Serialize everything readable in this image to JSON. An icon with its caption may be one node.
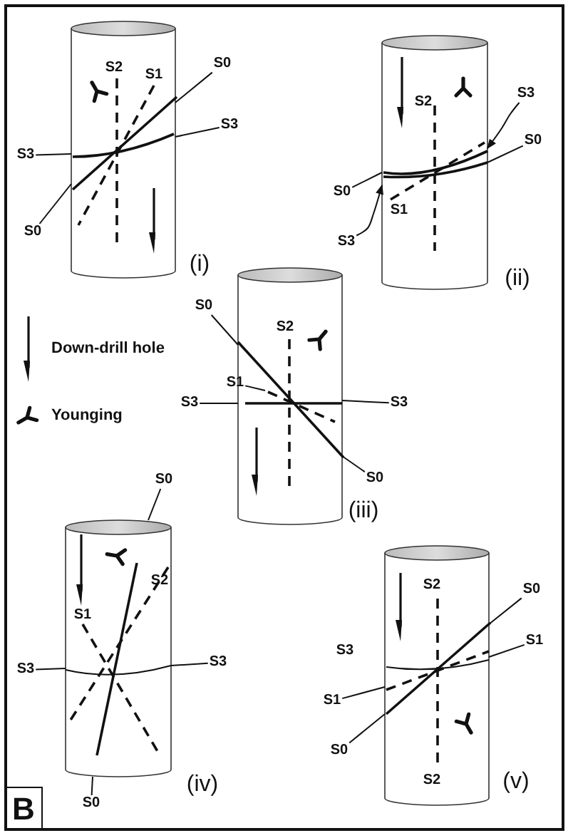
{
  "diagram": {
    "nodes": [
      {
        "text": [
          "S0"
        ]
      },
      {
        "text": [
          "S3"
        ]
      },
      {
        "text": [
          "S3"
        ]
      },
      {
        "text": [
          "S0"
        ]
      },
      {
        "text": [
          "S3"
        ]
      },
      {
        "text": [
          "S0"
        ]
      },
      {
        "text": [
          "S0"
        ]
      },
      {
        "text": [
          "S3"
        ]
      },
      {
        "text": [
          "S0"
        ]
      },
      {
        "text": [
          "S1"
        ]
      },
      {
        "text": [
          "S3"
        ]
      },
      {
        "text": [
          "S3"
        ]
      },
      {
        "text": [
          "S0"
        ]
      },
      {
        "text": [
          "S0"
        ]
      },
      {
        "text": [
          "S3"
        ]
      },
      {
        "text": [
          "S3"
        ]
      },
      {
        "text": [
          "S0"
        ]
      },
      {
        "text": [
          "S0"
        ]
      },
      {
        "text": [
          "S1"
        ]
      },
      {
        "text": [
          "S1"
        ]
      },
      {
        "text": [
          "S0"
        ]
      },
      {
        "text": [],
        "shape": "cylinder",
        "beside": [
          "(i)"
        ]
      },
      {
        "text": [],
        "shape": "cylinder",
        "beside": [
          "(ii)"
        ]
      },
      {
        "text": [],
        "shape": "cylinder",
        "beside": [
          "(iii)"
        ]
      },
      {
        "text": [],
        "shape": "cylinder",
        "beside": [
          "(iv)"
        ]
      },
      {
        "text": [],
        "shape": "cylinder",
        "beside": [
          "(v)"
        ]
      }
    ],
    "edges": [
      {
        "from": 0,
        "to": 21,
        "arrow": "none"
      },
      {
        "from": 1,
        "to": 21,
        "arrow": "none"
      },
      {
        "from": 2,
        "to": 21,
        "arrow": "none"
      },
      {
        "from": 3,
        "to": 21,
        "arrow": "none"
      },
      {
        "from": 4,
        "to": 22,
        "arrow": "to"
      },
      {
        "from": 5,
        "to": 22,
        "arrow": "none"
      },
      {
        "from": 6,
        "to": 22,
        "arrow": "none"
      },
      {
        "from": 7,
        "to": 22,
        "arrow": "to"
      },
      {
        "from": 8,
        "to": 23,
        "arrow": "none"
      },
      {
        "from": 9,
        "to": 23,
        "arrow": "none"
      },
      {
        "from": 10,
        "to": 23,
        "arrow": "none"
      },
      {
        "from": 11,
        "to": 23,
        "arrow": "none"
      },
      {
        "from": 12,
        "to": 23,
        "arrow": "none"
      },
      {
        "from": 13,
        "to": 24,
        "arrow": "none"
      },
      {
        "from": 14,
        "to": 24,
        "arrow": "none"
      },
      {
        "from": 15,
        "to": 24,
        "arrow": "none"
      },
      {
        "from": 16,
        "to": 24,
        "arrow": "none"
      },
      {
        "from": 17,
        "to": 25,
        "arrow": "none"
      },
      {
        "from": 18,
        "to": 25,
        "arrow": "none"
      },
      {
        "from": 19,
        "to": 25,
        "arrow": "none"
      },
      {
        "from": 20,
        "to": 25,
        "arrow": "none"
      }
    ],
    "labels": [
      "S2",
      "S1",
      "S2",
      "S1",
      "S2",
      "S2",
      "S1",
      "S2",
      "S3",
      "S2",
      "B"
    ],
    "legend": [
      {
        "text": "Down-drill hole"
      },
      {
        "text": "Younging"
      }
    ]
  }
}
